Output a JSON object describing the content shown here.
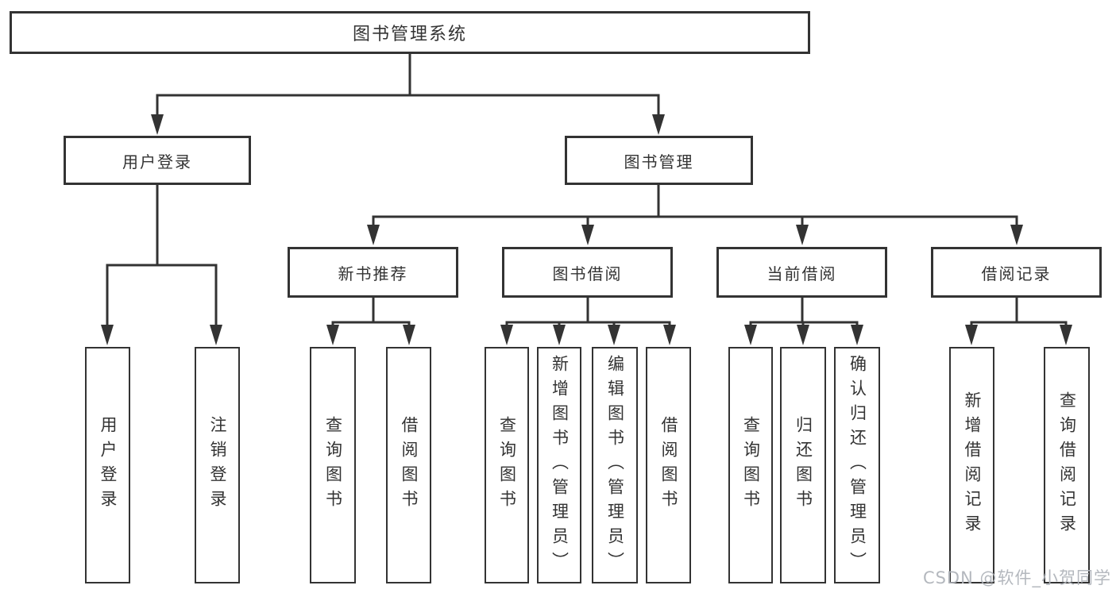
{
  "diagram": {
    "title": "图书管理系统",
    "root": {
      "label": "图书管理系统"
    },
    "level2": [
      {
        "label": "用户登录"
      },
      {
        "label": "图书管理"
      }
    ],
    "level3": [
      {
        "label": "新书推荐"
      },
      {
        "label": "图书借阅"
      },
      {
        "label": "当前借阅"
      },
      {
        "label": "借阅记录"
      }
    ],
    "leaves": [
      {
        "label": "用户登录"
      },
      {
        "label": "注销登录"
      },
      {
        "label": "查询图书"
      },
      {
        "label": "借阅图书"
      },
      {
        "label": "查询图书"
      },
      {
        "label": "新增图书（管理员）"
      },
      {
        "label": "编辑图书（管理员）"
      },
      {
        "label": "借阅图书"
      },
      {
        "label": "查询图书"
      },
      {
        "label": "归还图书"
      },
      {
        "label": "确认归还（管理员）"
      },
      {
        "label": "新增借阅记录"
      },
      {
        "label": "查询借阅记录"
      }
    ]
  },
  "watermark": {
    "text": "CSDN @软件_小贺同学"
  },
  "colors": {
    "line": "#333333",
    "box_border": "#333333",
    "text": "#333333",
    "watermark": "#b0b4bb",
    "background": "#ffffff"
  }
}
